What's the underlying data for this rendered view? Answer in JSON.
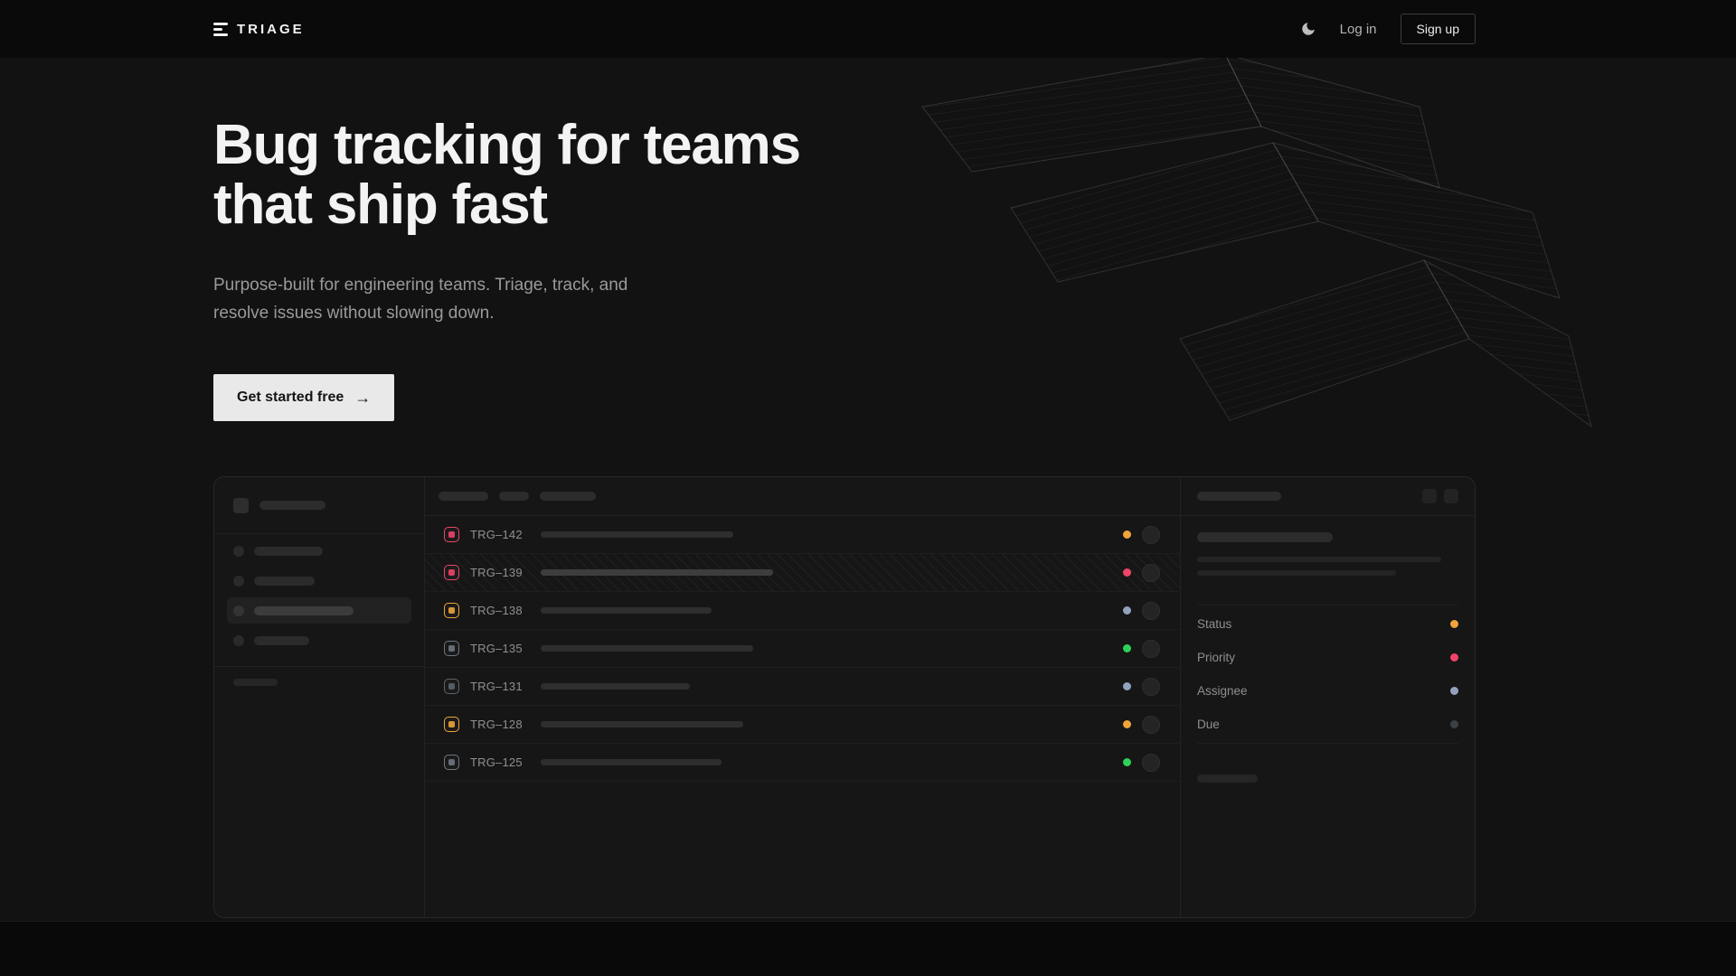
{
  "nav": {
    "brand": "TRIAGE",
    "theme_toggle_icon": "moon",
    "login_label": "Log in",
    "signup_label": "Sign up"
  },
  "hero": {
    "title_line1": "Bug tracking for teams",
    "title_line2": "that ship fast",
    "subtitle_line1": "Purpose-built for engineering teams. Triage, track, and",
    "subtitle_line2": "resolve issues without slowing down.",
    "cta_label": "Get started free",
    "cta_icon": "arrow-right",
    "cta_arrow": "→"
  },
  "colors": {
    "amber": "#f0a43a",
    "pink": "#ee4468",
    "green": "#2ed158",
    "slate": "#93a2bc",
    "gray": "#6e7681",
    "dark_dot": "#3c4043"
  },
  "mockup": {
    "issues": [
      {
        "id": "TRG–142",
        "icon_color": "#ee4468",
        "status_color": "#f0a43a",
        "highlighted": false
      },
      {
        "id": "TRG–139",
        "icon_color": "#ee4468",
        "status_color": "#ee4468",
        "highlighted": true
      },
      {
        "id": "TRG–138",
        "icon_color": "#f0a43a",
        "status_color": "#93a2bc",
        "highlighted": false
      },
      {
        "id": "TRG–135",
        "icon_color": "#6e7681",
        "status_color": "#2ed158",
        "highlighted": false
      },
      {
        "id": "TRG–131",
        "icon_color": "#5d646e",
        "status_color": "#93a2bc",
        "highlighted": false
      },
      {
        "id": "TRG–128",
        "icon_color": "#f0a43a",
        "status_color": "#f0a43a",
        "highlighted": false
      },
      {
        "id": "TRG–125",
        "icon_color": "#6e7681",
        "status_color": "#2ed158",
        "highlighted": false
      }
    ],
    "detail_fields": [
      {
        "label": "Status",
        "dot_color": "#f0a43a"
      },
      {
        "label": "Priority",
        "dot_color": "#ee4468"
      },
      {
        "label": "Assignee",
        "dot_color": "#93a2bc"
      },
      {
        "label": "Due",
        "dot_color": "#3c4043"
      }
    ]
  }
}
